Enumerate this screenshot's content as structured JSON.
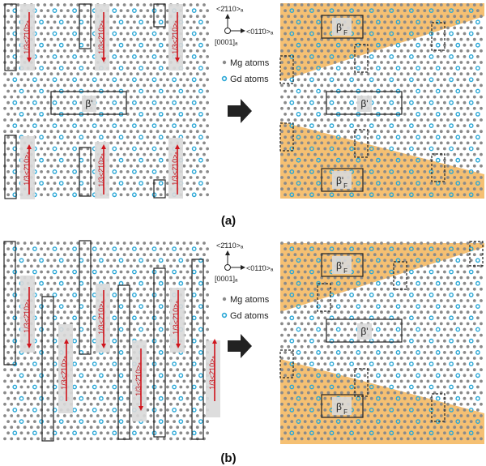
{
  "panels": [
    {
      "label": "(a)",
      "left_labels": [
        "1/3<2̄10>ₐ",
        "1/3<2̄10>ₐ",
        "1/3<2̄10>ₐ",
        "1/3<2̄10>ₐ",
        "1/3<2̄10>ₐ",
        "1/3<2̄10>ₐ"
      ],
      "left_box_label": "β'",
      "right_box_labels": [
        "β'F",
        "β'",
        "β'F"
      ]
    },
    {
      "label": "(b)",
      "left_labels": [
        "1/3<2̄10>ₐ",
        "1/3<2̄10>ₐ",
        "1/3<2̄10>ₐ",
        "1/3<2̄10>ₐ",
        "1/3<2̄10>ₐ",
        "1/3<2̄10>ₐ"
      ],
      "left_box_label": "",
      "right_box_labels": [
        "β'F",
        "β'",
        "β'F"
      ]
    }
  ],
  "axes": {
    "up": "<2̄110>ₐ",
    "right": "<011̄0>ₐ",
    "origin": "[0001]ₐ"
  },
  "legend": {
    "mg": "Mg atoms",
    "gd": "Gd atoms"
  },
  "colors": {
    "mg": "#8a8a8a",
    "gd": "#2aa7d6",
    "fill": "#f3b55a",
    "arrow": "#d0141c",
    "highlight": "#d9d9d9"
  }
}
